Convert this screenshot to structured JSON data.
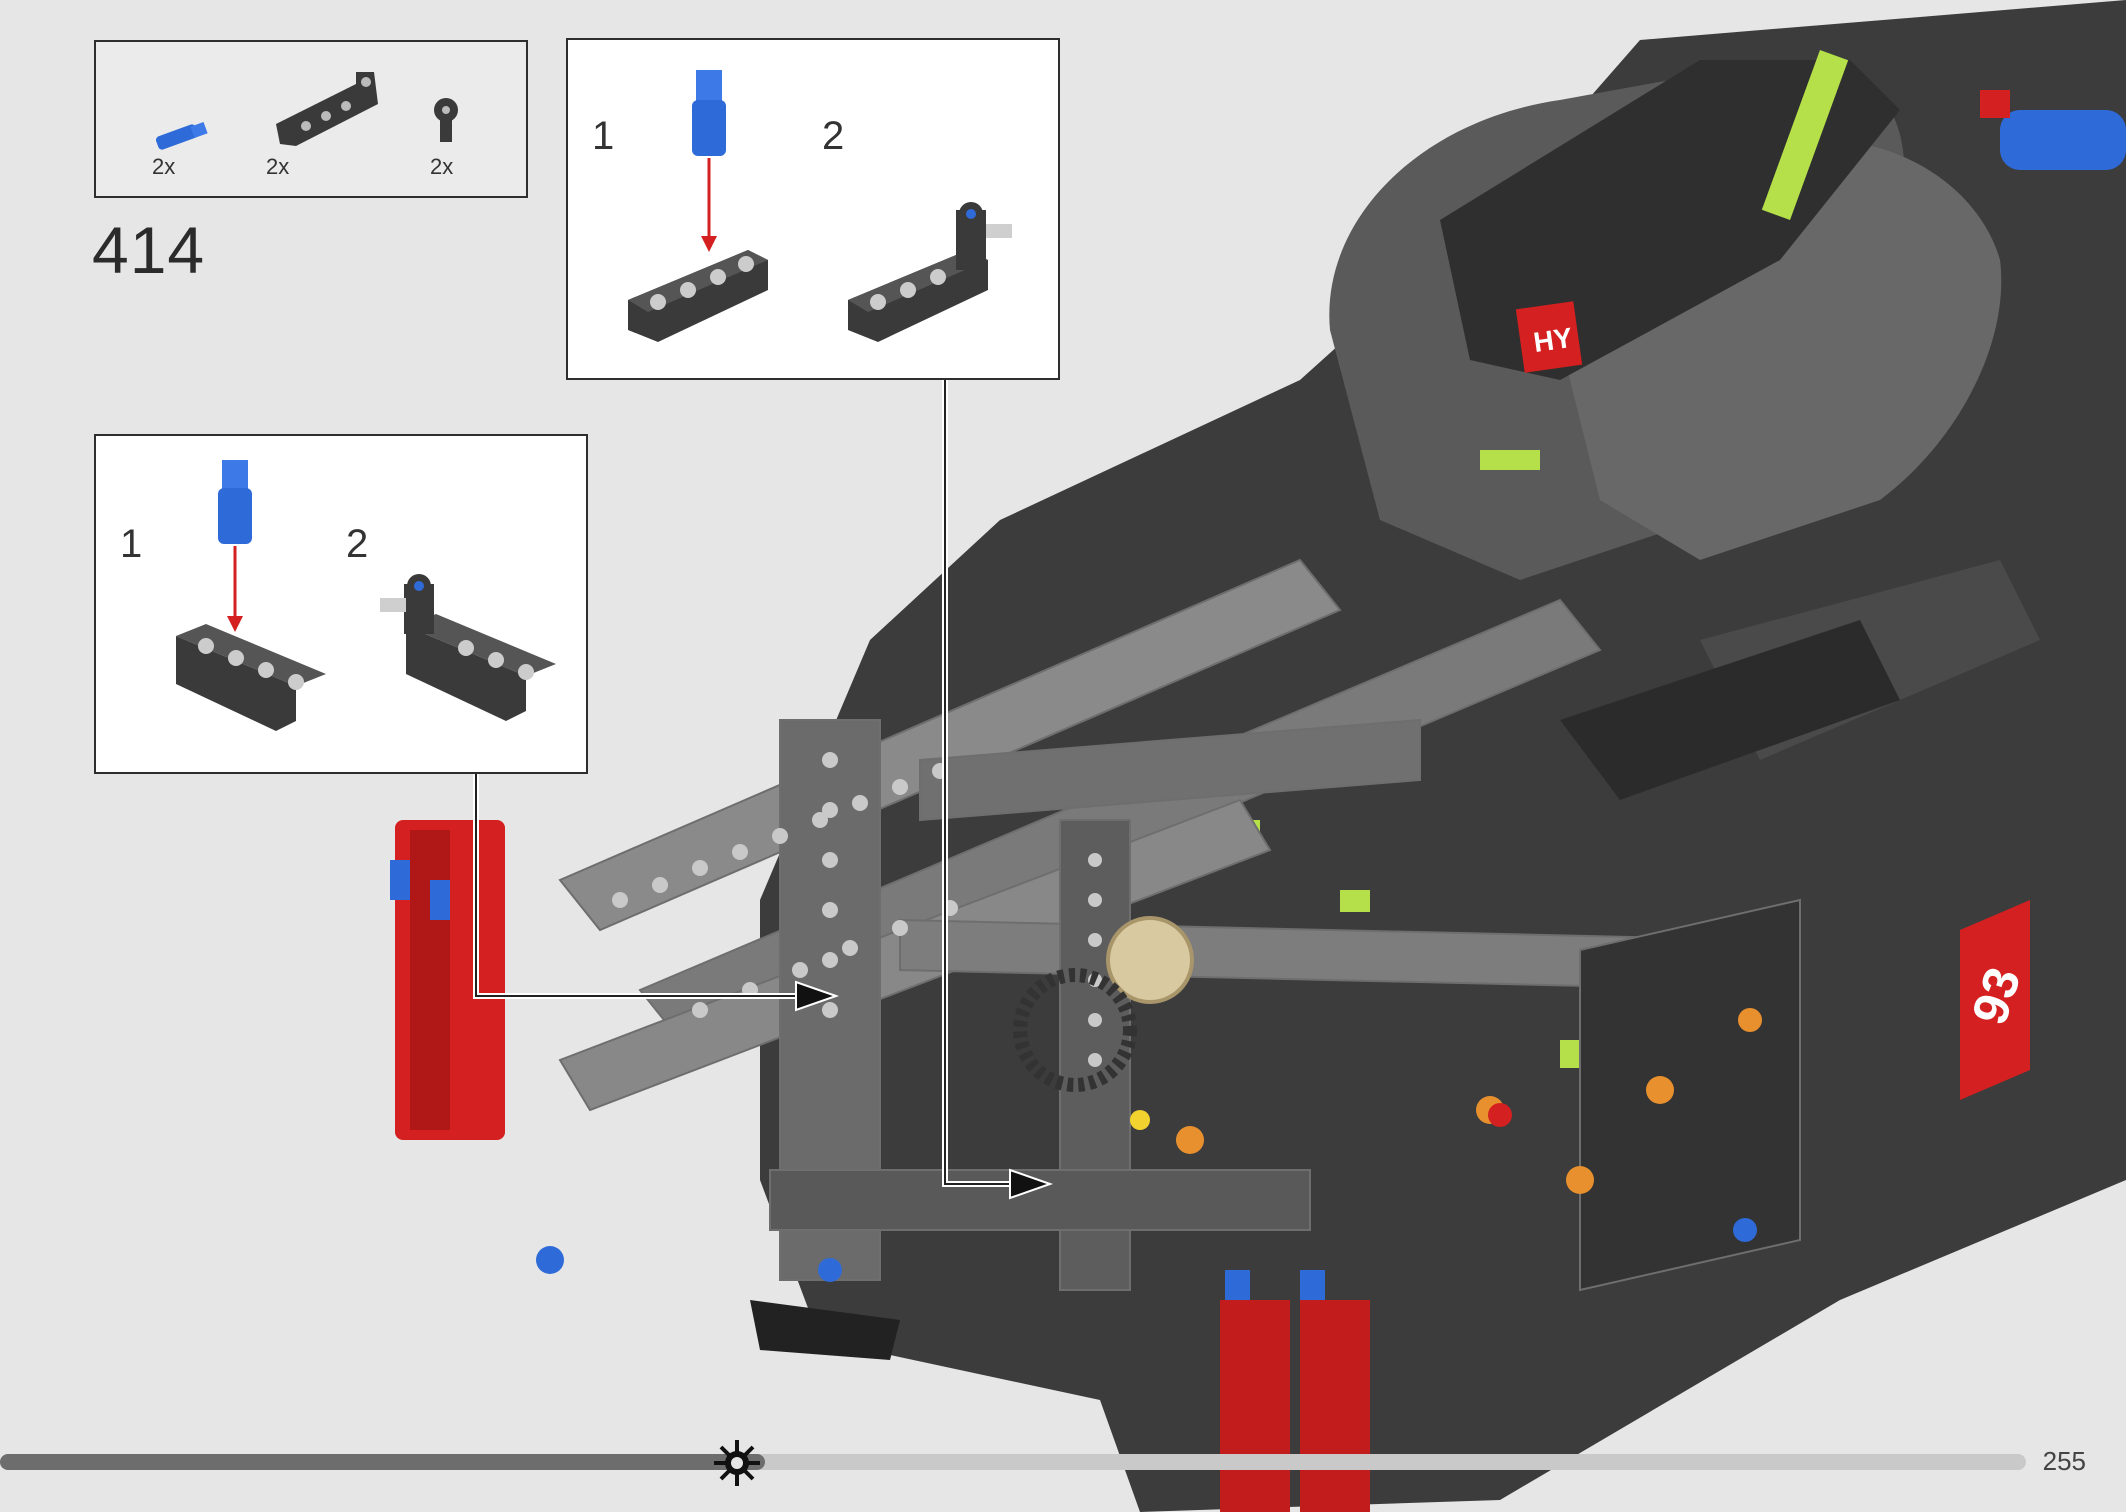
{
  "step": "414",
  "parts": [
    {
      "qty": "2x",
      "icon": "blue-axle-pin-icon"
    },
    {
      "qty": "2x",
      "icon": "black-l-beam-icon"
    },
    {
      "qty": "2x",
      "icon": "black-pin-connector-icon"
    }
  ],
  "sub_top": {
    "step1": "1",
    "step2": "2"
  },
  "sub_left": {
    "step1": "1",
    "step2": "2"
  },
  "decals": {
    "hy": "HY",
    "number": "93"
  },
  "page_number": "255",
  "progress": 0.36,
  "colors": {
    "accent_red": "#d42020",
    "pin_blue": "#2f6bd8",
    "lime": "#b5e04a",
    "dark_part": "#3a3a3a"
  }
}
